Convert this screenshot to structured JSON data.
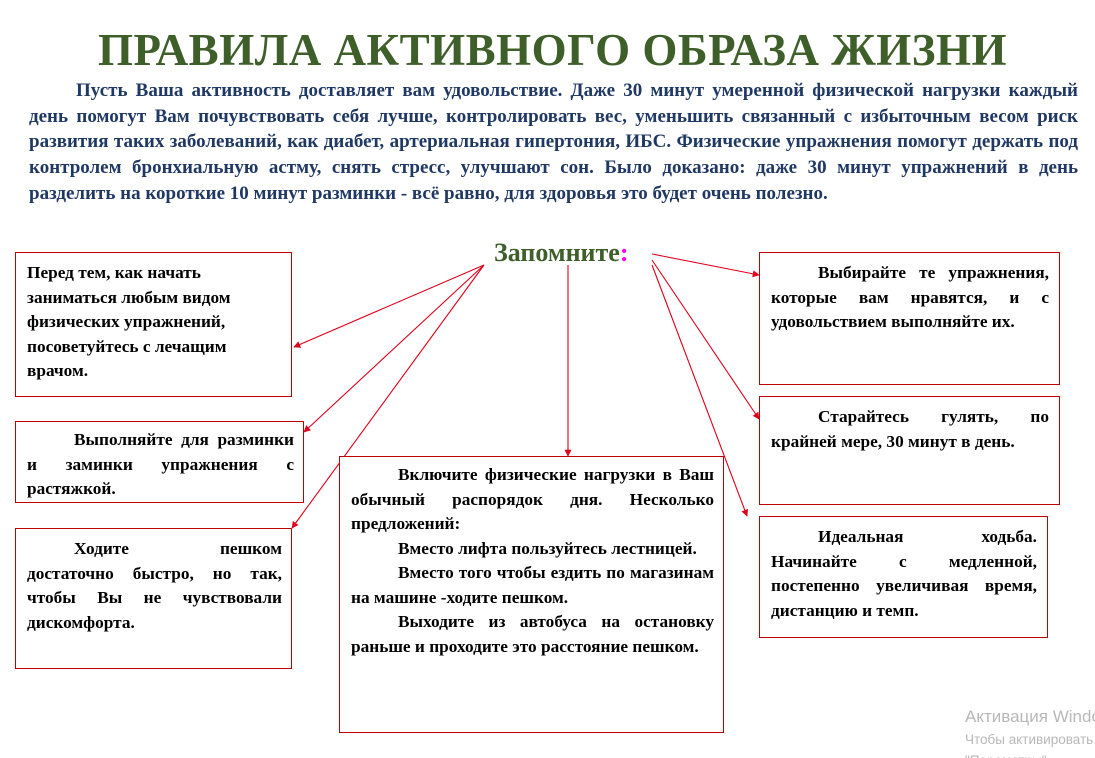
{
  "title": "ПРАВИЛА АКТИВНОГО ОБРАЗА ЖИЗНИ",
  "intro": "Пусть Ваша активность доставляет вам удовольствие. Даже 30 минут умеренной физической нагрузки каждый день помогут Вам почувствовать себя лучше, контролировать вес, уменьшить связанный с избыточным весом риск развития таких заболеваний, как диабет, артериальная гипертония, ИБС. Физические упражнения помогут держать под контролем бронхиальную астму, снять стресс, улучшают сон. Было доказано: даже 30 минут упражнений в день разделить на короткие 10 минут разминки - всё равно, для здоровья это будет очень полезно.",
  "center_label": "Запомните",
  "center_punct": ":",
  "boxes": {
    "doctor": "Перед тем, как начать заниматься любым видом физических упражнений, посоветуйтесь с лечащим врачом.",
    "stretch": "Выполняйте для разминки и заминки упражнения с растяжкой.",
    "walk_fast": "Ходите пешком достаточно быстро, но так, чтобы Вы не чувствовали дискомфорта.",
    "daily_intro": "Включите физические нагрузки в Ваш обычный распорядок дня. Несколько предложений:",
    "daily_1": "Вместо лифта пользуйтесь лестницей.",
    "daily_2": "Вместо того чтобы ездить по магазинам на машине -ходите пешком.",
    "daily_3": "Выходите из автобуса на остановку раньше и проходите это расстояние пешком.",
    "choose": "Выбирайте те упражнения, которые вам нравятся, и с удовольствием выполняйте их.",
    "walk_30": "Старайтесь гулять, по крайней мере, 30 минут в день.",
    "ideal": "Идеальная ходьба. Начинайте с медленной, постепенно увеличивая время, дистанцию и темп."
  },
  "watermark": {
    "line1": "Активация Windows",
    "line2": "Чтобы активировать Windows, перейдите в раздел",
    "line3": "\"Параметры\"."
  },
  "colors": {
    "title": "#3f5f2a",
    "intro": "#1f3864",
    "border": "#c00000",
    "arrow": "#e0001a",
    "watermark": "#b8b8b8"
  }
}
